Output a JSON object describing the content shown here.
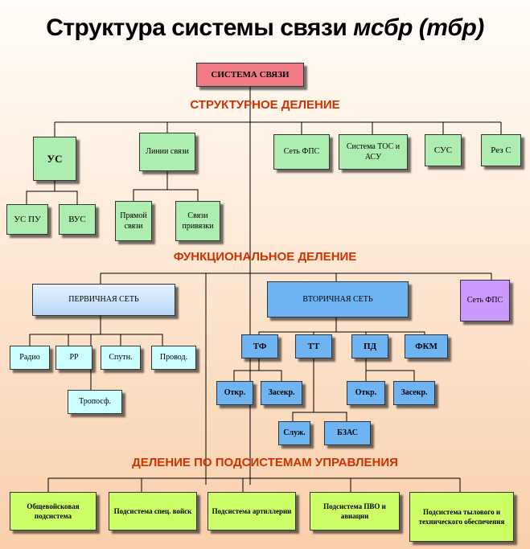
{
  "title": {
    "main": "Структура системы связи",
    "italic": "мсбр (тбр)"
  },
  "headers": {
    "structural": "СТРУКТУРНОЕ ДЕЛЕНИЕ",
    "functional": "ФУНКЦИОНАЛЬНОЕ ДЕЛЕНИЕ",
    "subsystems": "ДЕЛЕНИЕ ПО ПОДСИСТЕМАМ УПРАВЛЕНИЯ"
  },
  "root": "СИСТЕМА СВЯЗИ",
  "structural": {
    "us": "УС",
    "lines": "Линии связи",
    "sfps": "Сеть ФПС",
    "tos": "Система ТОС и АСУ",
    "sus": "СУС",
    "res": "Рез С",
    "uspu": "УС ПУ",
    "vus": "ВУС",
    "direct": "Прямой связи",
    "vzaim": "Связи привязки"
  },
  "functional": {
    "primary": "ПЕРВИЧНАЯ СЕТЬ",
    "secondary": "ВТОРИЧНАЯ СЕТЬ",
    "sfps": "Сеть ФПС",
    "radio": "Радио",
    "rr": "РР",
    "sputn": "Спутн.",
    "provod": "Провод.",
    "troposph": "Тропосф.",
    "tf": "ТФ",
    "tt": "ТТ",
    "pd": "ПД",
    "fkm": "ФКМ",
    "tf_otkr": "Откр.",
    "tf_zasekr": "Засекр.",
    "pd_otkr": "Откр.",
    "pd_zasekr": "Засекр.",
    "sluzh": "Служ.",
    "bzas": "БЗАС"
  },
  "subsystems": [
    "Общевойсковая подсистема",
    "Подсистема спец. войск",
    "Подсистема артиллерии",
    "Подсистема ПВО и авиации",
    "Подсистема тылового и технического обеспечения"
  ]
}
